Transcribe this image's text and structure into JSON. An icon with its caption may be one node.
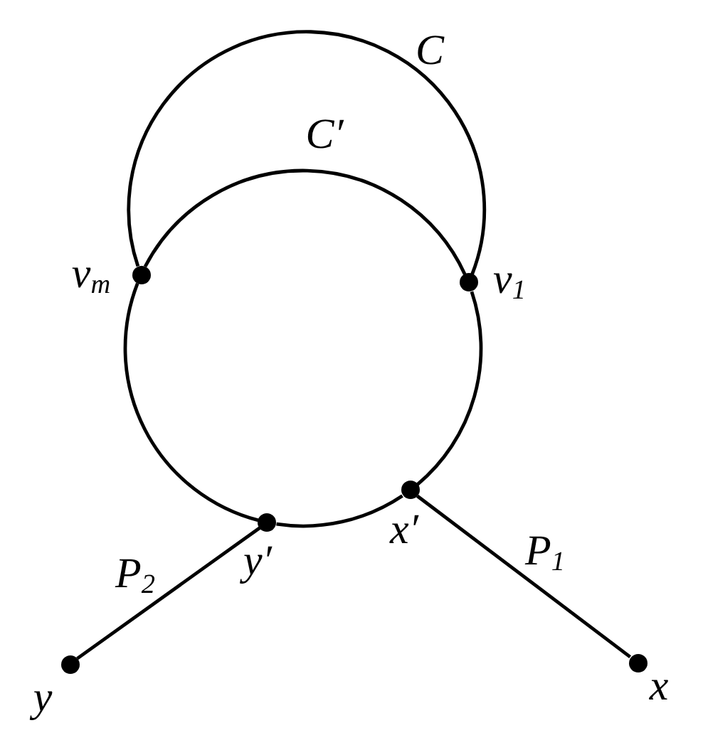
{
  "diagram": {
    "nodes": [
      {
        "text": [],
        "shape": "circle",
        "beside": [
          "v$_{m}$"
        ]
      },
      {
        "text": [],
        "shape": "circle",
        "beside": [
          "v$_{1}$"
        ]
      },
      {
        "text": [],
        "shape": "circle",
        "beside": [
          "y′"
        ]
      },
      {
        "text": [],
        "shape": "circle",
        "beside": [
          "x′"
        ]
      },
      {
        "text": [],
        "shape": "circle",
        "beside": [
          "y"
        ]
      },
      {
        "text": [],
        "shape": "circle",
        "beside": [
          "x"
        ]
      }
    ],
    "edges": [
      {
        "from": 0,
        "to": 1,
        "arrow": "none"
      },
      {
        "from": 0,
        "to": 1,
        "arrow": "none"
      },
      {
        "from": 1,
        "to": 3,
        "arrow": "none"
      },
      {
        "from": 3,
        "to": 2,
        "arrow": "none"
      },
      {
        "from": 2,
        "to": 0,
        "arrow": "none"
      },
      {
        "from": 2,
        "to": 4,
        "arrow": "none",
        "label": "P$_{2}$"
      },
      {
        "from": 3,
        "to": 5,
        "arrow": "none",
        "label": "P$_{1}$"
      }
    ],
    "labels": [
      "C",
      "C′"
    ]
  }
}
